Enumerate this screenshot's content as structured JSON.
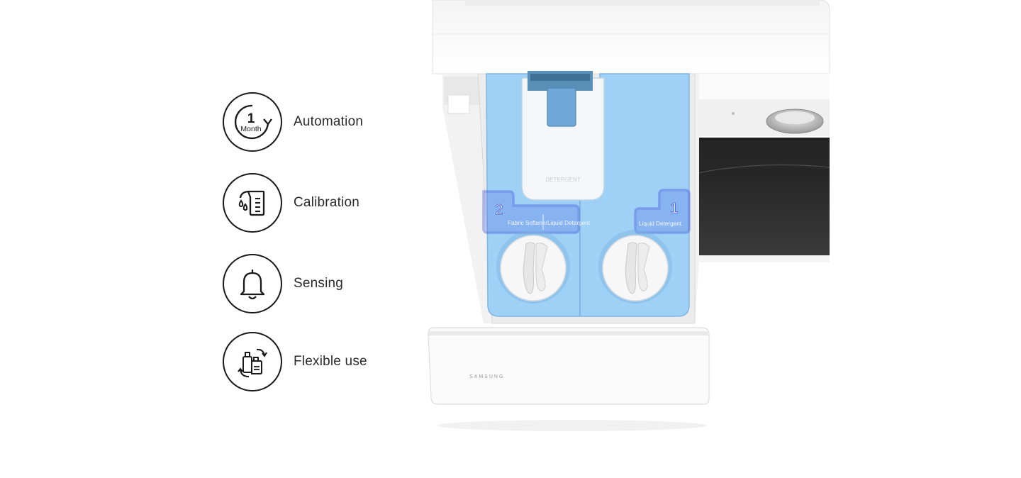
{
  "features": [
    {
      "label": "Automation",
      "icon": "one-month-cycle-icon",
      "icon_text_top": "1",
      "icon_text_bottom": "Month"
    },
    {
      "label": "Calibration",
      "icon": "measuring-cup-icon"
    },
    {
      "label": "Sensing",
      "icon": "bell-icon"
    },
    {
      "label": "Flexible use",
      "icon": "detergent-swap-icon"
    }
  ],
  "dispenser": {
    "compartment_2_number": "2",
    "compartment_2_text_a": "Fabric Softener",
    "compartment_2_text_b": "Liquid Detergent",
    "compartment_1_number": "1",
    "compartment_1_text": "Liquid Detergent",
    "brand": "SAMSUNG"
  },
  "colors": {
    "tray_blue": "#9fd0f5",
    "highlight_blue": "#2f3fd6",
    "icon_stroke": "#1a1a1a"
  }
}
